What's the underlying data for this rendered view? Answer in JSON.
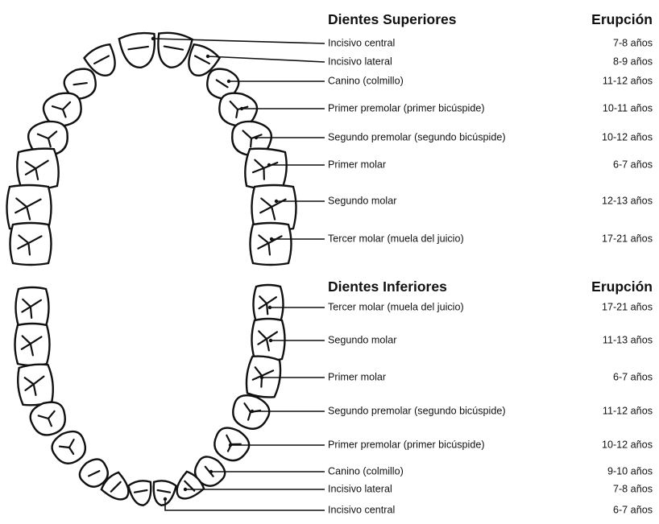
{
  "upper": {
    "title": "Dientes Superiores",
    "eruption_header": "Erupción",
    "teeth": [
      {
        "name": "Incisivo central",
        "age": "7-8 años"
      },
      {
        "name": "Incisivo lateral",
        "age": "8-9 años"
      },
      {
        "name": "Canino (colmillo)",
        "age": "11-12 años"
      },
      {
        "name": "Primer premolar (primer bicúspide)",
        "age": "10-11 años"
      },
      {
        "name": "Segundo premolar (segundo bicúspide)",
        "age": "10-12 años"
      },
      {
        "name": "Primer molar",
        "age": "6-7 años"
      },
      {
        "name": "Segundo molar",
        "age": "12-13 años"
      },
      {
        "name": "Tercer molar (muela del juicio)",
        "age": "17-21 años"
      }
    ]
  },
  "lower": {
    "title": "Dientes Inferiores",
    "eruption_header": "Erupción",
    "teeth": [
      {
        "name": "Tercer molar (muela del juicio)",
        "age": "17-21 años"
      },
      {
        "name": "Segundo molar",
        "age": "11-13 años"
      },
      {
        "name": "Primer molar",
        "age": "6-7 años"
      },
      {
        "name": "Segundo premolar (segundo bicúspide)",
        "age": "11-12 años"
      },
      {
        "name": "Primer premolar (primer bicúspide)",
        "age": "10-12 años"
      },
      {
        "name": "Canino (colmillo)",
        "age": "9-10 años"
      },
      {
        "name": "Incisivo lateral",
        "age": "7-8 años"
      },
      {
        "name": "Incisivo central",
        "age": "6-7 años"
      }
    ]
  },
  "colors": {
    "ink": "#111111",
    "background": "#ffffff"
  }
}
